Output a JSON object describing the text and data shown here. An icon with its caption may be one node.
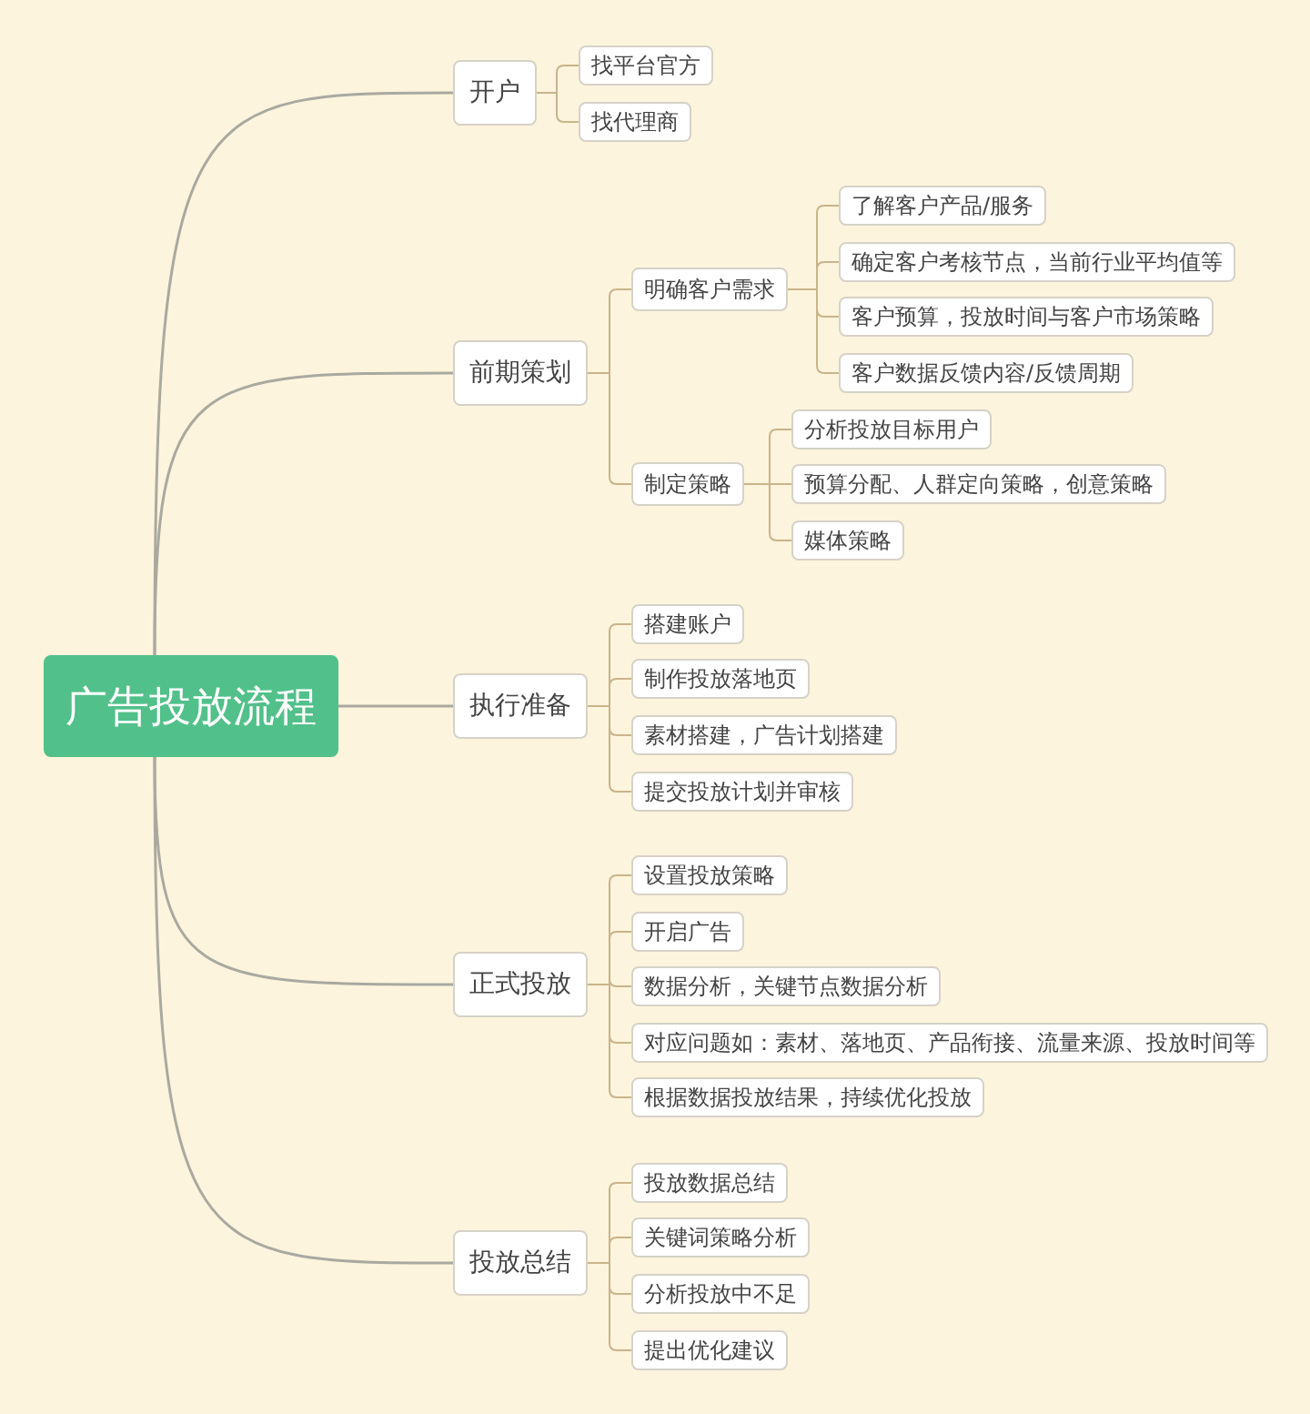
{
  "diagram": {
    "nodes": [
      {
        "text": [
          "广告投放流程"
        ]
      },
      {
        "text": [
          "开户"
        ]
      },
      {
        "text": [
          "找平台官方"
        ]
      },
      {
        "text": [
          "找代理商"
        ]
      },
      {
        "text": [
          "前期策划"
        ]
      },
      {
        "text": [
          "明确客户需求"
        ]
      },
      {
        "text": [
          "了解客户产品/服务"
        ]
      },
      {
        "text": [
          "确定客户考核节点，当前行业平均值等"
        ]
      },
      {
        "text": [
          "客户预算，投放时间与客户市场策略"
        ]
      },
      {
        "text": [
          "客户数据反馈内容/反馈周期"
        ]
      },
      {
        "text": [
          "制定策略"
        ]
      },
      {
        "text": [
          "分析投放目标用户"
        ]
      },
      {
        "text": [
          "预算分配、人群定向策略，创意策略"
        ]
      },
      {
        "text": [
          "媒体策略"
        ]
      },
      {
        "text": [
          "执行准备"
        ]
      },
      {
        "text": [
          "搭建账户"
        ]
      },
      {
        "text": [
          "制作投放落地页"
        ]
      },
      {
        "text": [
          "素材搭建，广告计划搭建"
        ]
      },
      {
        "text": [
          "提交投放计划并审核"
        ]
      },
      {
        "text": [
          "正式投放"
        ]
      },
      {
        "text": [
          "设置投放策略"
        ]
      },
      {
        "text": [
          "开启广告"
        ]
      },
      {
        "text": [
          "数据分析，关键节点数据分析"
        ]
      },
      {
        "text": [
          "对应问题如：素材、落地页、产品衔接、流量来源、投放时间等"
        ]
      },
      {
        "text": [
          "根据数据投放结果，持续优化投放"
        ]
      },
      {
        "text": [
          "投放总结"
        ]
      },
      {
        "text": [
          "投放数据总结"
        ]
      },
      {
        "text": [
          "关键词策略分析"
        ]
      },
      {
        "text": [
          "分析投放中不足"
        ]
      },
      {
        "text": [
          "提出优化建议"
        ]
      }
    ],
    "edges": [
      {
        "from": 0,
        "to": 1,
        "arrow": "none"
      },
      {
        "from": 0,
        "to": 4,
        "arrow": "none"
      },
      {
        "from": 0,
        "to": 14,
        "arrow": "none"
      },
      {
        "from": 0,
        "to": 19,
        "arrow": "none"
      },
      {
        "from": 0,
        "to": 25,
        "arrow": "none"
      },
      {
        "from": 1,
        "to": 2,
        "arrow": "none"
      },
      {
        "from": 1,
        "to": 3,
        "arrow": "none"
      },
      {
        "from": 4,
        "to": 5,
        "arrow": "none"
      },
      {
        "from": 4,
        "to": 10,
        "arrow": "none"
      },
      {
        "from": 5,
        "to": 6,
        "arrow": "none"
      },
      {
        "from": 5,
        "to": 7,
        "arrow": "none"
      },
      {
        "from": 5,
        "to": 8,
        "arrow": "none"
      },
      {
        "from": 5,
        "to": 9,
        "arrow": "none"
      },
      {
        "from": 10,
        "to": 11,
        "arrow": "none"
      },
      {
        "from": 10,
        "to": 12,
        "arrow": "none"
      },
      {
        "from": 10,
        "to": 13,
        "arrow": "none"
      },
      {
        "from": 14,
        "to": 15,
        "arrow": "none"
      },
      {
        "from": 14,
        "to": 16,
        "arrow": "none"
      },
      {
        "from": 14,
        "to": 17,
        "arrow": "none"
      },
      {
        "from": 14,
        "to": 18,
        "arrow": "none"
      },
      {
        "from": 19,
        "to": 20,
        "arrow": "none"
      },
      {
        "from": 19,
        "to": 21,
        "arrow": "none"
      },
      {
        "from": 19,
        "to": 22,
        "arrow": "none"
      },
      {
        "from": 19,
        "to": 23,
        "arrow": "none"
      },
      {
        "from": 19,
        "to": 24,
        "arrow": "none"
      },
      {
        "from": 25,
        "to": 26,
        "arrow": "none"
      },
      {
        "from": 25,
        "to": 27,
        "arrow": "none"
      },
      {
        "from": 25,
        "to": 28,
        "arrow": "none"
      },
      {
        "from": 25,
        "to": 29,
        "arrow": "none"
      }
    ]
  }
}
